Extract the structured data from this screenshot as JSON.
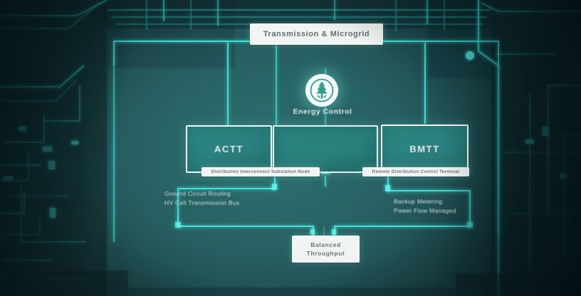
{
  "meta": {
    "kind": "technical-infrastructure-diagram",
    "theme": "dark-teal-circuit",
    "colors": {
      "background_deep": "#0d2427",
      "background_mid": "#2f7170",
      "trace_glow": "#3fe6e0",
      "trace_dim": "#2aa8a4",
      "box_fill": "#2b8582",
      "box_border": "#f2f4f3",
      "chip_fill": "#f2f4f3",
      "chip_text": "#63767b",
      "body_text": "#cfe3e2",
      "badge_fill": "#f4faf9",
      "badge_glyph": "#2f9e92"
    }
  },
  "title_chip": {
    "label": "Transmission & Microgrid"
  },
  "badge": {
    "icon": "tree-badge-icon",
    "label": "Energy Control"
  },
  "boxes": [
    {
      "id": "left",
      "label": "ACTT",
      "caption": "Distribution Interconnect Substation Node"
    },
    {
      "id": "mid",
      "label": "",
      "caption": ""
    },
    {
      "id": "right",
      "label": "BMTT",
      "caption": "Remote Distribution Control Terminal"
    }
  ],
  "annotations": {
    "left": {
      "line1": "Ground Circuit Routing",
      "line2": "HV Cell Transmission Bus"
    },
    "right": {
      "line1": "Backup Metering",
      "line2": "Power Flow Managed"
    }
  },
  "bottom_chip": {
    "line1": "Balanced",
    "line2": "Throughput"
  }
}
